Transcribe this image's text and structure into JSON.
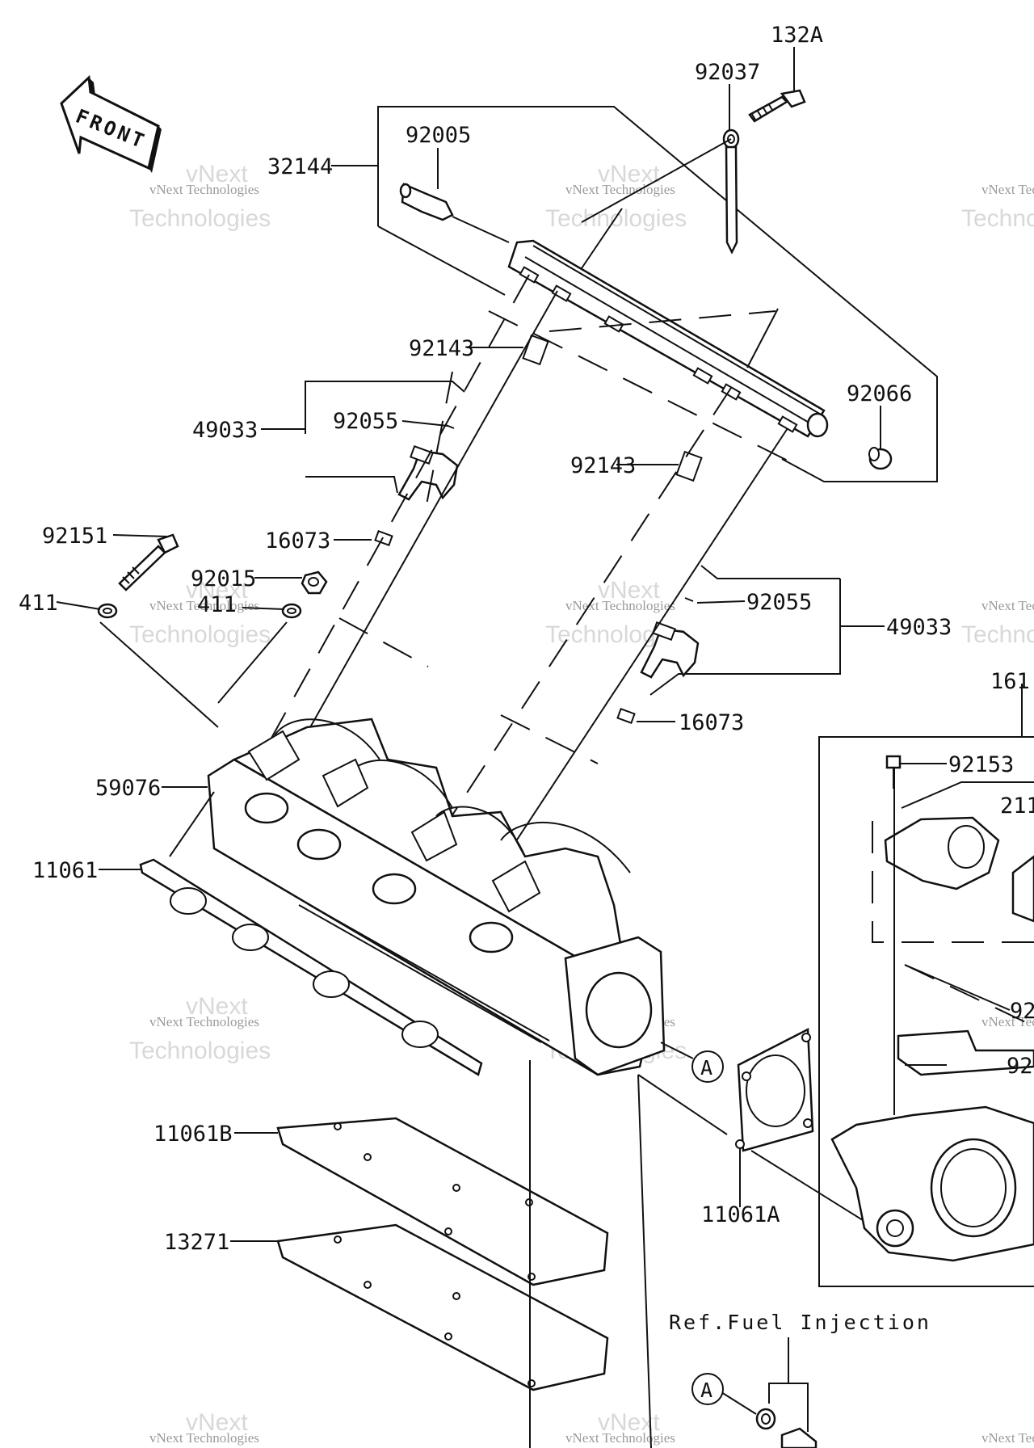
{
  "front_arrow": {
    "label": "FRONT"
  },
  "ref_note": "Ref.Fuel Injection",
  "watermark": {
    "brand": "vNext",
    "line": "vNext Technologies",
    "big": "Technologies"
  },
  "callouts": {
    "c132A": "132A",
    "c92037": "92037",
    "c92005": "92005",
    "c32144": "32144",
    "c92143a": "92143",
    "c92066": "92066",
    "c49033a": "49033",
    "c92055a": "92055",
    "c92143b": "92143",
    "c92151": "92151",
    "c16073a": "16073",
    "c92015": "92015",
    "c411a": "411",
    "c411b": "411",
    "c92055b": "92055",
    "c49033b": "49033",
    "c16073b": "16073",
    "c161": "161",
    "c59076": "59076",
    "c92153": "92153",
    "c211": "211",
    "c11061": "11061",
    "c92a": "92",
    "c92b": "92",
    "c11061B": "11061B",
    "c11061A": "11061A",
    "c13271": "13271",
    "markerA1": "A",
    "markerA2": "A"
  }
}
